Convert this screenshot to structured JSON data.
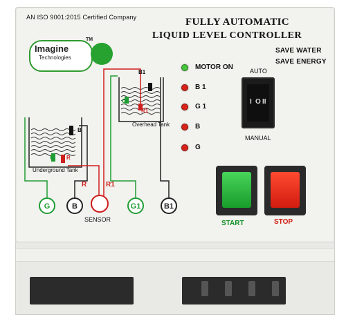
{
  "header": {
    "certification": "AN ISO 9001:2015 Certified Company",
    "title_line1": "FULLY AUTOMATIC",
    "title_line2": "LIQUID LEVEL CONTROLLER",
    "slogan_line1": "SAVE WATER",
    "slogan_line2": "SAVE ENERGY"
  },
  "logo": {
    "name": "Imagine",
    "subtitle": "Technologies",
    "trademark": "TM",
    "brand_color": "#27a12f"
  },
  "indicators": [
    {
      "label": "MOTOR ON",
      "color": "green"
    },
    {
      "label": "B 1",
      "color": "red"
    },
    {
      "label": "G 1",
      "color": "red"
    },
    {
      "label": "B",
      "color": "red"
    },
    {
      "label": "G",
      "color": "red"
    }
  ],
  "mode_switch": {
    "top_label": "AUTO",
    "bottom_label": "MANUAL",
    "face_markings": [
      "I",
      "O",
      "II"
    ]
  },
  "buttons": {
    "start_label": "START",
    "stop_label": "STOP",
    "start_color": "#1aa02e",
    "stop_color": "#e0241a"
  },
  "diagram": {
    "underground_tank": "Underground Tank",
    "overhead_tank": "Overhead Tank",
    "underground_probes": [
      "G",
      "R",
      "B"
    ],
    "overhead_probes": [
      "G1",
      "R1",
      "B1"
    ],
    "wire_labels": [
      "R",
      "R1"
    ],
    "sensor_label": "SENSOR",
    "terminals": [
      "G",
      "B",
      "",
      "G1",
      "B1"
    ]
  }
}
